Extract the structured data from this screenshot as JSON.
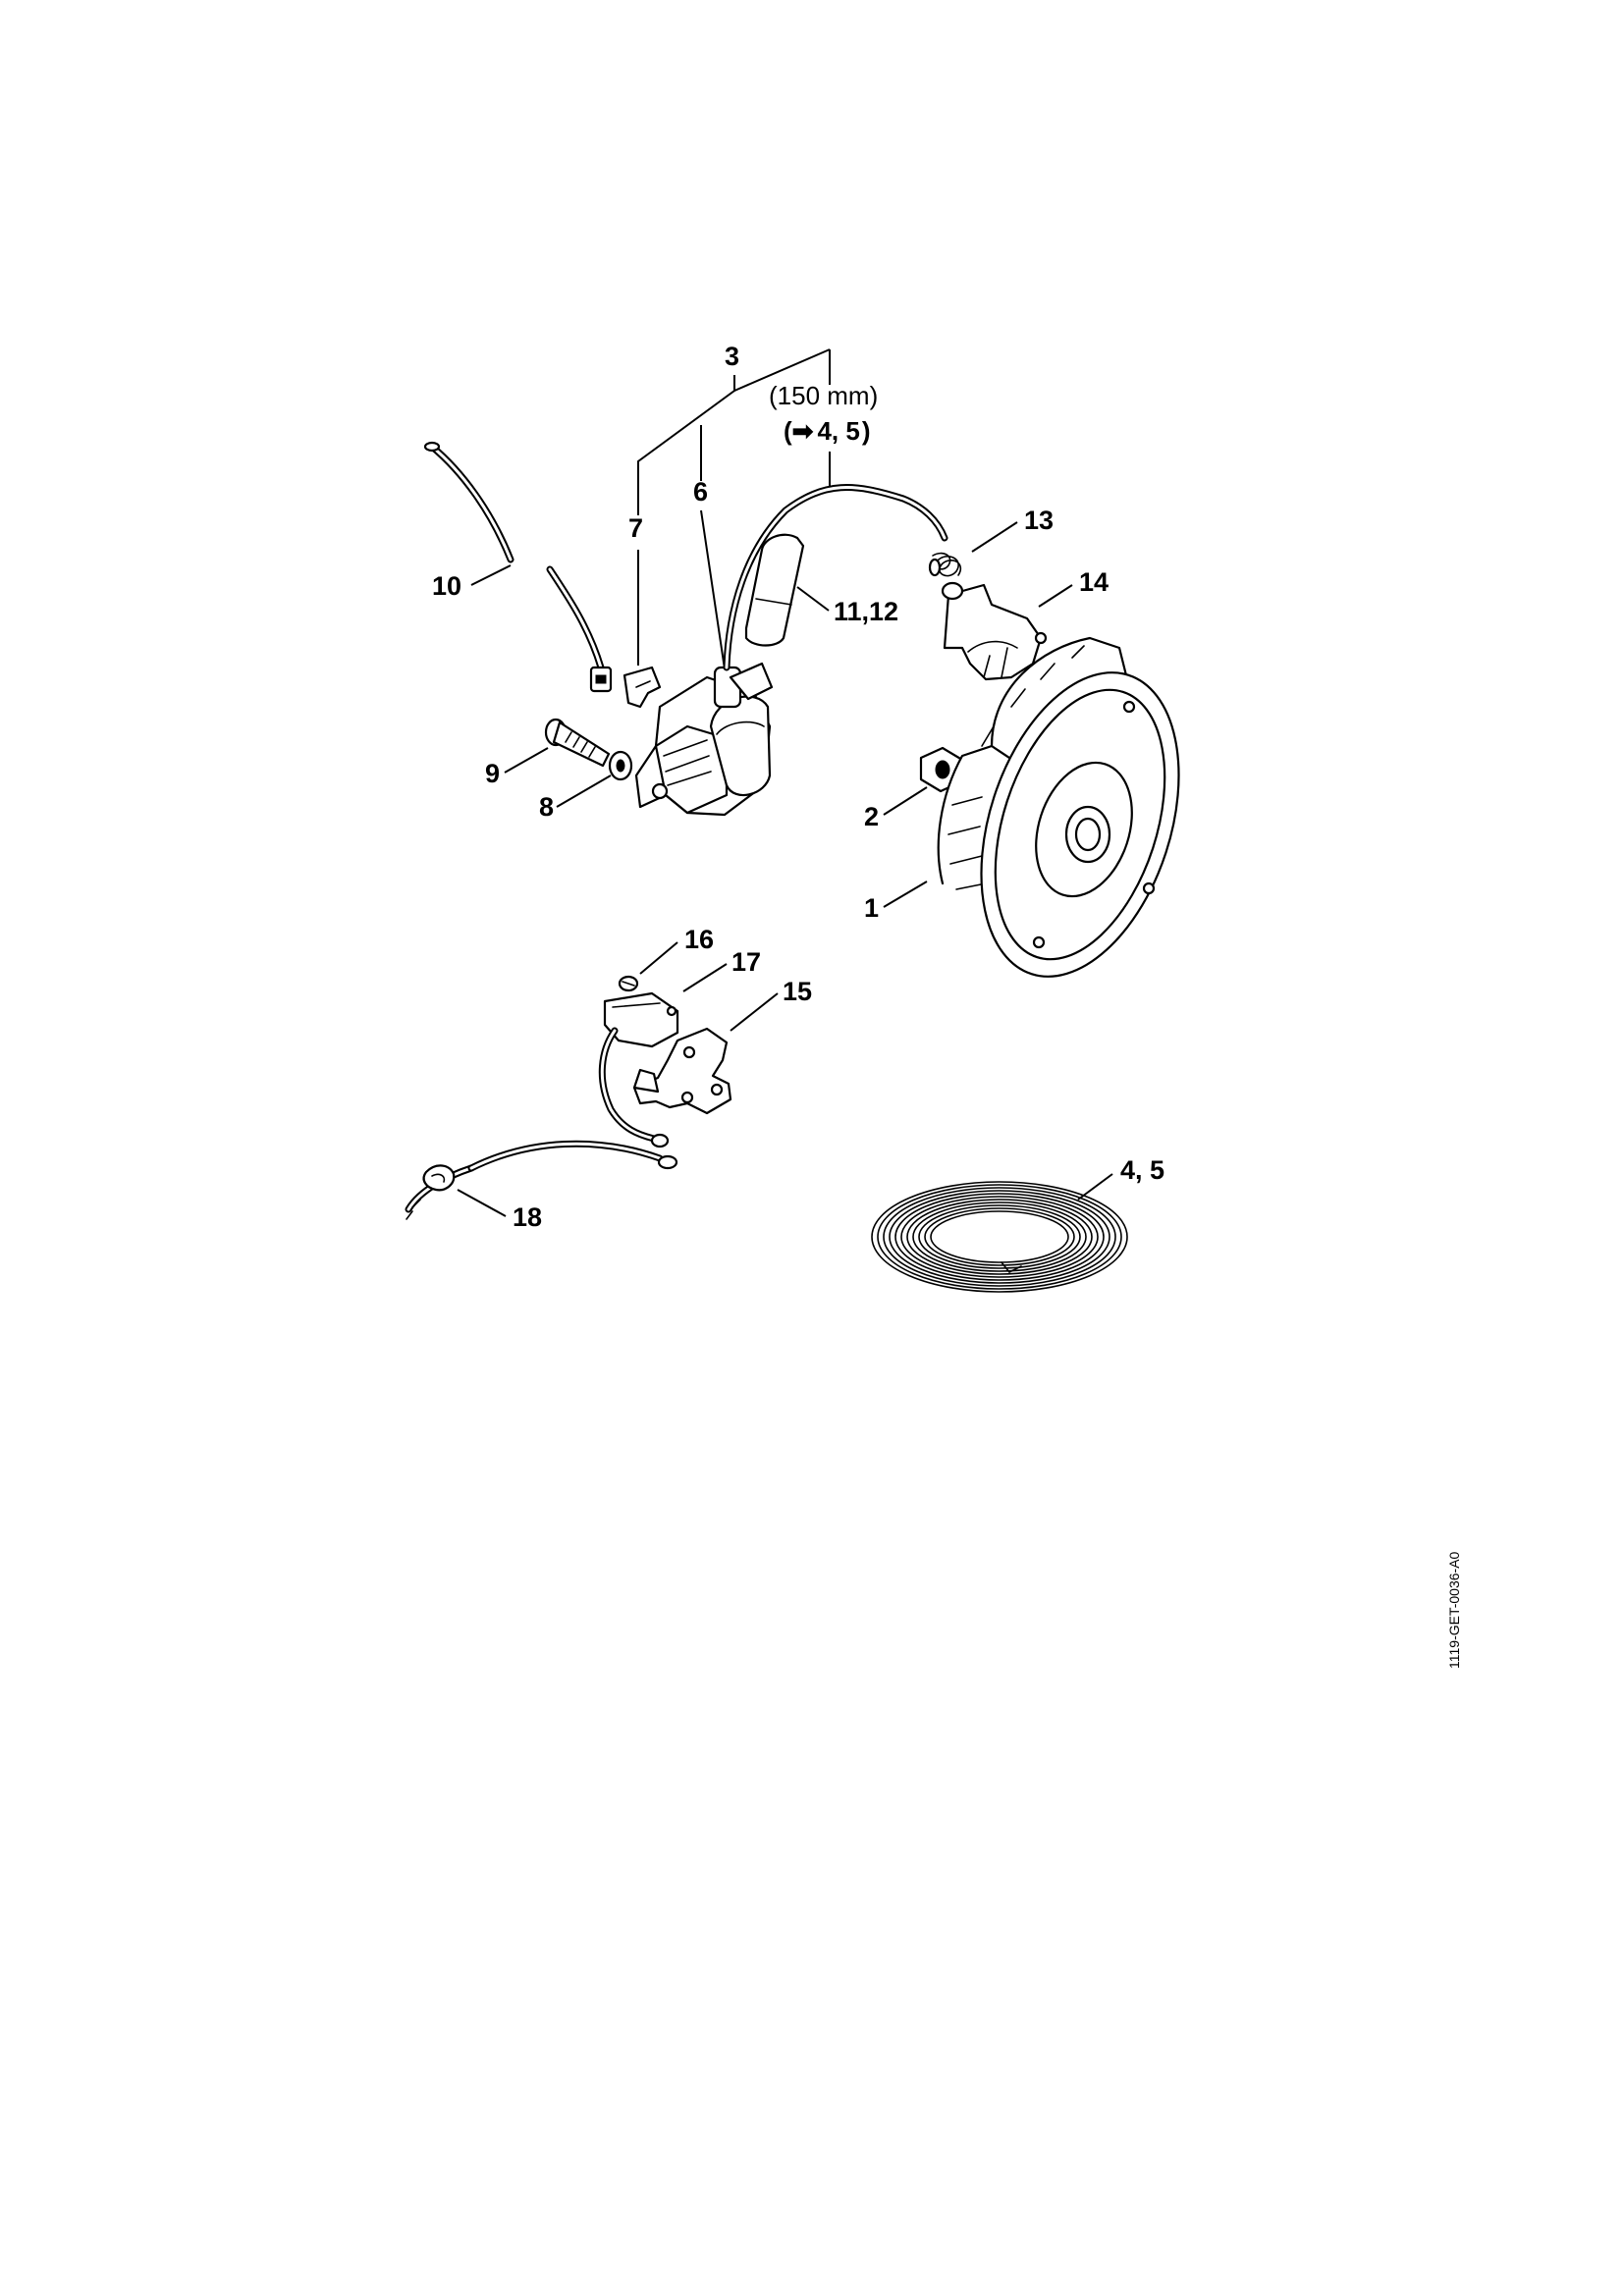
{
  "drawing_id": "1119-GET-0036-A0",
  "callouts": {
    "p1": "1",
    "p2": "2",
    "p3": "3",
    "p6": "6",
    "p7": "7",
    "p8": "8",
    "p9": "9",
    "p10": "10",
    "p11_12": "11,12",
    "p13": "13",
    "p14": "14",
    "p15": "15",
    "p16": "16",
    "p17": "17",
    "p18": "18",
    "p4_5": "4, 5"
  },
  "notes": {
    "length": "(150 mm)",
    "ref_open": "(",
    "ref_arrow": "➡",
    "ref_parts": "4, 5",
    "ref_close": ")"
  }
}
